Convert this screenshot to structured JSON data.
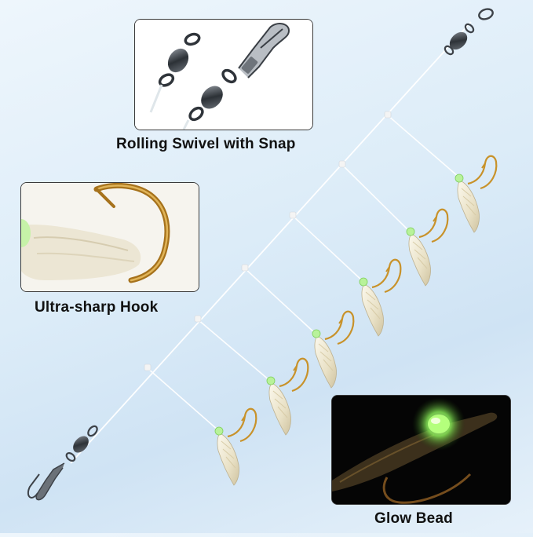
{
  "captions": {
    "swivel": "Rolling Swivel with Snap",
    "hook": "Ultra-sharp Hook",
    "bead": "Glow Bead"
  },
  "colors": {
    "background": "#dcecf8",
    "line": "#ffffff",
    "bead_glow": "#9cff6a",
    "hook_gold": "#c8922a",
    "swivel_metal": "#3d4248",
    "inset_border": "#3a3a3a",
    "caption_text": "#111111"
  },
  "icons": [
    "swivel-icon",
    "snap-icon",
    "hook-icon",
    "glow-bead-icon",
    "shrimp-lure-icon"
  ]
}
